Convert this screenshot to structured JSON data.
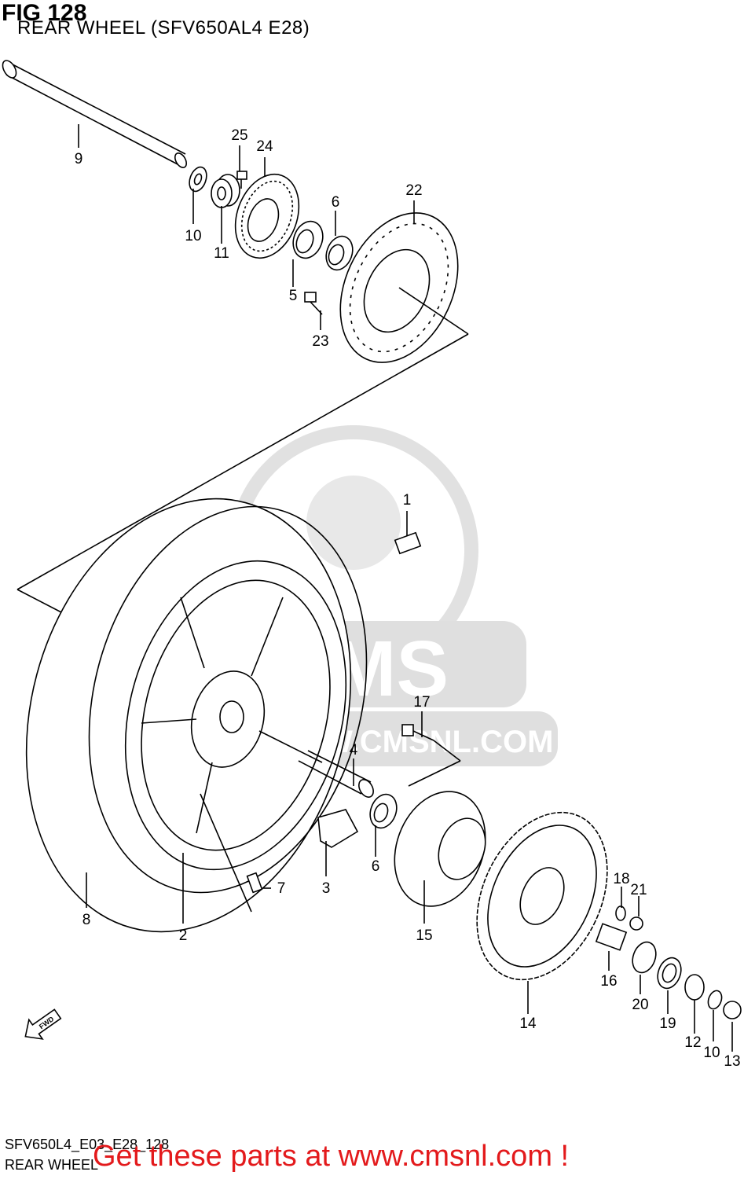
{
  "header": {
    "title": "FIG 128",
    "subtitle": "REAR WHEEL (SFV650AL4 E28)"
  },
  "watermark": {
    "text": "CMS",
    "domain": "WWW.CMSNL.COM",
    "color": "#d9d9d9"
  },
  "fwd_badge": {
    "text": "FWD"
  },
  "callouts": [
    "1",
    "2",
    "3",
    "4",
    "5",
    "6",
    "6",
    "7",
    "8",
    "9",
    "10",
    "10",
    "11",
    "12",
    "13",
    "14",
    "15",
    "16",
    "17",
    "18",
    "19",
    "20",
    "21",
    "22",
    "23",
    "24",
    "25"
  ],
  "footer": {
    "code": "SFV650L4_E03_E28_128",
    "name": "REAR WHEEL",
    "cta": "Get these parts at www.cmsnl.com !",
    "cta_color": "#e31a1c"
  }
}
